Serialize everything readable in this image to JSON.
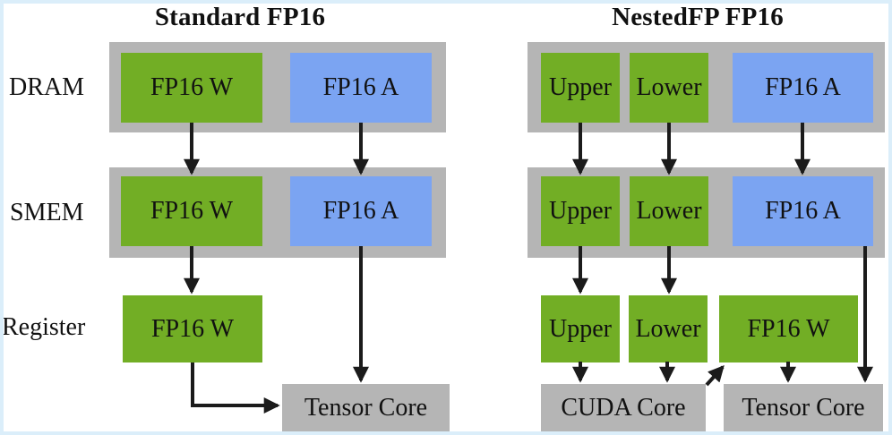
{
  "row_labels": {
    "dram": "DRAM",
    "smem": "SMEM",
    "register": "Register"
  },
  "panels": {
    "standard": {
      "title": "Standard FP16",
      "dram": {
        "weights": "FP16 W",
        "activations": "FP16 A"
      },
      "smem": {
        "weights": "FP16 W",
        "activations": "FP16 A"
      },
      "register": {
        "weights": "FP16 W"
      },
      "compute": {
        "tensor_core": "Tensor Core"
      }
    },
    "nestedfp": {
      "title": "NestedFP FP16",
      "dram": {
        "upper": "Upper",
        "lower": "Lower",
        "activations": "FP16 A"
      },
      "smem": {
        "upper": "Upper",
        "lower": "Lower",
        "activations": "FP16 A"
      },
      "register": {
        "upper": "Upper",
        "lower": "Lower",
        "weights": "FP16 W"
      },
      "compute": {
        "cuda_core": "CUDA Core",
        "tensor_core": "Tensor Core"
      }
    }
  },
  "colors": {
    "weight_green": "#72ae25",
    "activation_blue": "#7ba4f2",
    "memory_band_gray": "#b5b5b5",
    "core_gray": "#b5b5b5",
    "arrow_black": "#1b1b1b",
    "frame_light_blue": "#dbeefa",
    "background_white": "#ffffff"
  }
}
